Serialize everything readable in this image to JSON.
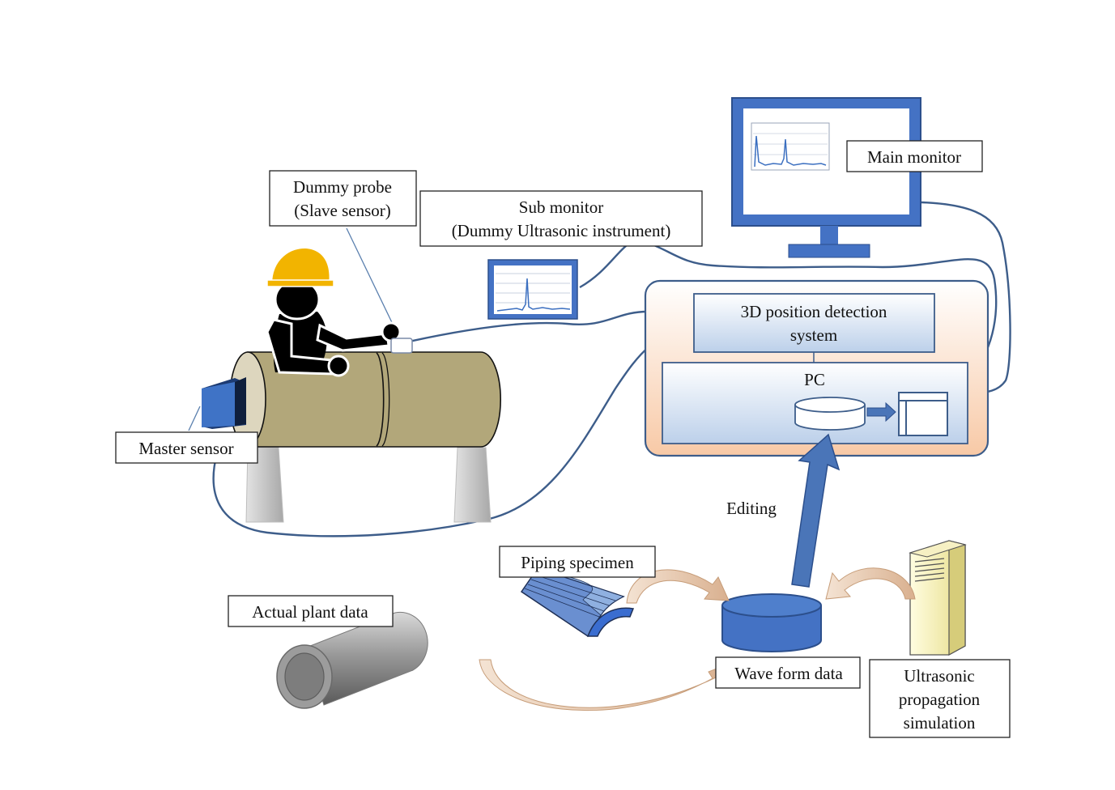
{
  "labels": {
    "dummy_probe_line1": "Dummy probe",
    "dummy_probe_line2": "(Slave sensor)",
    "sub_monitor_line1": "Sub monitor",
    "sub_monitor_line2": "(Dummy Ultrasonic instrument)",
    "main_monitor": "Main monitor",
    "position_system_line1": "3D position detection",
    "position_system_line2": "system",
    "pc": "PC",
    "master_sensor": "Master sensor",
    "editing": "Editing",
    "piping_specimen": "Piping specimen",
    "actual_plant_data": "Actual plant data",
    "wave_form_data": "Wave form data",
    "simulation_line1": "Ultrasonic",
    "simulation_line2": "propagation",
    "simulation_line3": "simulation"
  },
  "colors": {
    "monitor_blue": "#4472c4",
    "cable": "#3d5d8a",
    "pipe": "#b2a77a",
    "helmet": "#f2b400",
    "pc_panel": "#fbe3d2",
    "flow_arrow": "#e9cdb2"
  }
}
